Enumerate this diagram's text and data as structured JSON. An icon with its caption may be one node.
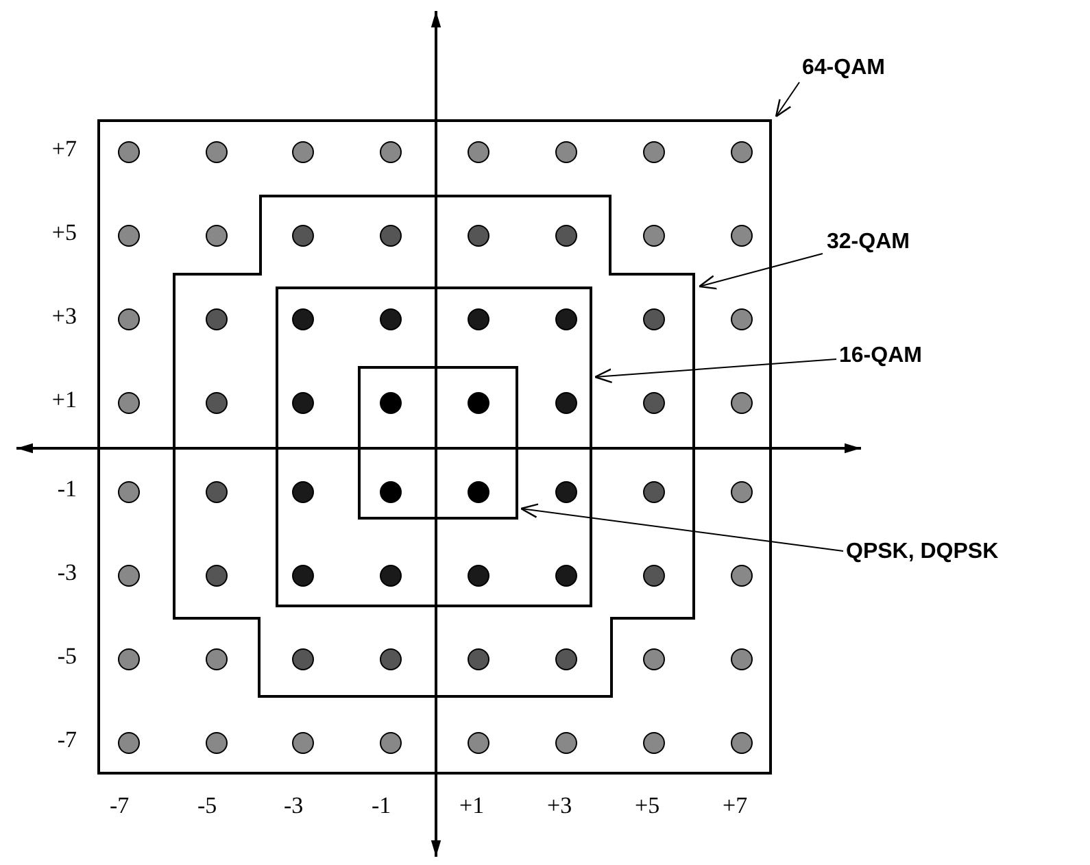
{
  "diagram": {
    "nodes": [
      {
        "text": [
          "64-QAM"
        ]
      },
      {
        "text": [],
        "shape": "box"
      },
      {
        "text": [
          "32-QAM"
        ]
      },
      {
        "text": [],
        "shape": "box",
        "in": 1
      },
      {
        "text": [
          "16-QAM"
        ]
      },
      {
        "text": [],
        "shape": "box",
        "in": 3
      },
      {
        "text": [
          "QPSK, DQPSK"
        ]
      },
      {
        "text": [],
        "shape": "box",
        "in": 5
      }
    ],
    "edges": [
      {
        "from": 0,
        "to": 1,
        "arrow": "to"
      },
      {
        "from": 2,
        "to": 3,
        "arrow": "to"
      },
      {
        "from": 4,
        "to": 5,
        "arrow": "to"
      },
      {
        "from": 6,
        "to": 7,
        "arrow": "to"
      }
    ],
    "labels": [
      "+7",
      "+5",
      "+3",
      "+1",
      "-1",
      "-3",
      "-5",
      "-7",
      "-7",
      "-5",
      "-3",
      "-1",
      "+1",
      "+3",
      "+5",
      "+7"
    ]
  }
}
